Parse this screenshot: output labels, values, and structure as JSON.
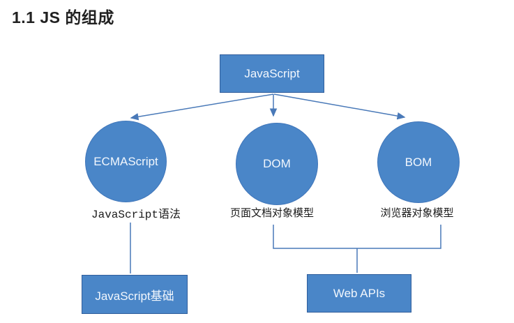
{
  "page": {
    "title": "1.1 JS 的组成"
  },
  "diagram": {
    "root": {
      "label": "JavaScript"
    },
    "branches": [
      {
        "label": "ECMAScript",
        "caption": "JavaScript语法"
      },
      {
        "label": "DOM",
        "caption": "页面文档对象模型"
      },
      {
        "label": "BOM",
        "caption": "浏览器对象模型"
      }
    ],
    "leaves": [
      {
        "label": "JavaScript基础"
      },
      {
        "label": "Web APIs"
      }
    ],
    "colors": {
      "node_fill": "#4a86c8",
      "node_border": "#2f5d9b",
      "connector": "#4979b8",
      "node_text": "#f2f7fd",
      "caption_text": "#1a1a1a",
      "title_text": "#212121"
    }
  }
}
